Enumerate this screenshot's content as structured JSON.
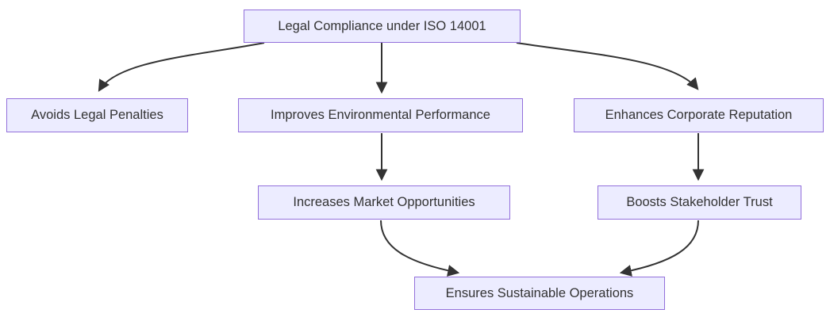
{
  "diagram": {
    "type": "flowchart",
    "direction": "top-down",
    "background_color": "#FFFFFF",
    "node_fill_color": "#ECECFF",
    "node_border_color": "#9370DB",
    "edge_color": "#333333",
    "text_color": "#333333",
    "nodes": [
      {
        "id": "A",
        "label": "Legal Compliance under ISO 14001"
      },
      {
        "id": "B",
        "label": "Avoids Legal Penalties"
      },
      {
        "id": "C",
        "label": "Improves Environmental Performance"
      },
      {
        "id": "D",
        "label": "Enhances Corporate Reputation"
      },
      {
        "id": "E",
        "label": "Increases Market Opportunities"
      },
      {
        "id": "F",
        "label": "Boosts Stakeholder Trust"
      },
      {
        "id": "G",
        "label": "Ensures Sustainable Operations"
      }
    ],
    "edges": [
      {
        "from": "Legal Compliance under ISO 14001",
        "to": "Avoids Legal Penalties"
      },
      {
        "from": "Legal Compliance under ISO 14001",
        "to": "Improves Environmental Performance"
      },
      {
        "from": "Legal Compliance under ISO 14001",
        "to": "Enhances Corporate Reputation"
      },
      {
        "from": "Improves Environmental Performance",
        "to": "Increases Market Opportunities"
      },
      {
        "from": "Enhances Corporate Reputation",
        "to": "Boosts Stakeholder Trust"
      },
      {
        "from": "Increases Market Opportunities",
        "to": "Ensures Sustainable Operations"
      },
      {
        "from": "Boosts Stakeholder Trust",
        "to": "Ensures Sustainable Operations"
      }
    ]
  }
}
